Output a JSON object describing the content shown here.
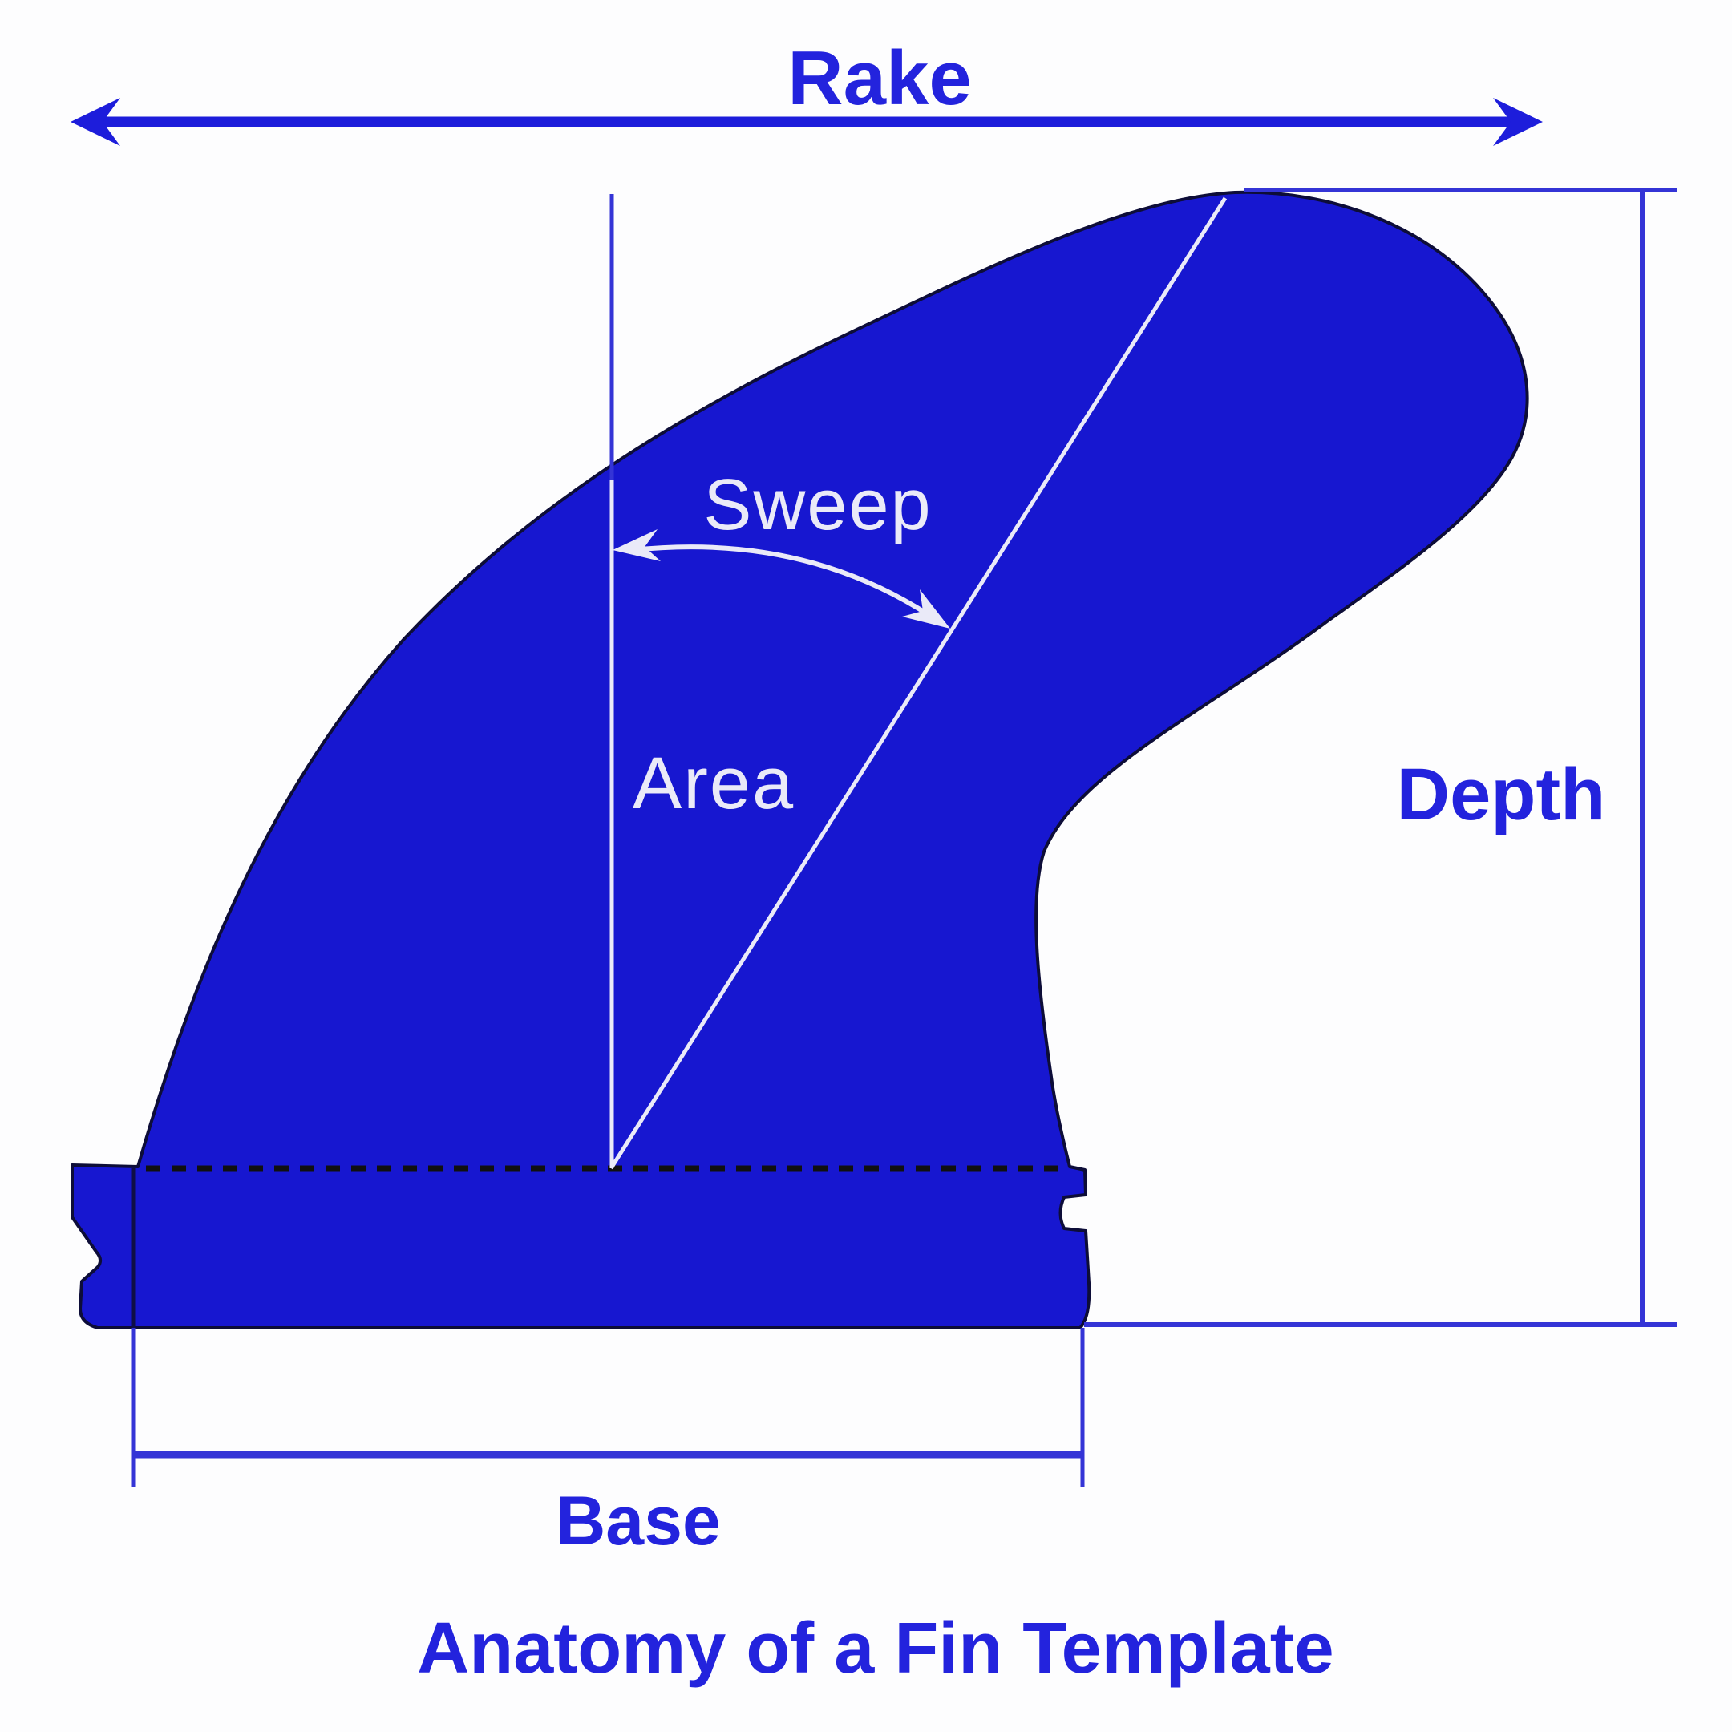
{
  "title": "Anatomy of a Fin Template",
  "diagram": {
    "labels": {
      "rake": "Rake",
      "sweep": "Sweep",
      "area": "Area",
      "depth": "Depth",
      "base": "Base"
    }
  },
  "colors": {
    "background": "#fdfdfe",
    "fin_blue": "#1717d0",
    "outline_dark": "#0d0d38",
    "accent_blue": "#1d1ddb",
    "label_blue": "#2323dd",
    "line_blue": "#3434d6",
    "navy_line": "#0f0f46",
    "light_label": "#eaeaf8",
    "dash_black": "#101010"
  }
}
